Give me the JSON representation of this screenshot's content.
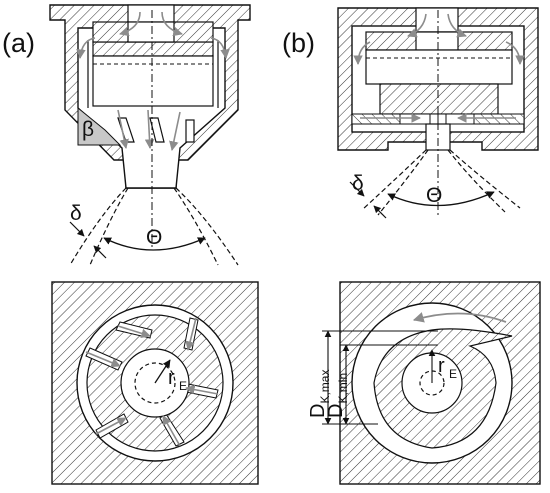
{
  "labels": {
    "panel_a": "(a)",
    "panel_b": "(b)",
    "beta": "β",
    "delta_a": "δ",
    "theta_a": "Θ",
    "delta_b": "δ",
    "theta_b": "Θ",
    "r_a": "r",
    "r_a_sub": "E",
    "r_b": "r",
    "r_b_sub": "E",
    "d_max": "D",
    "d_max_sub": "K,max",
    "d_min": "D",
    "d_min_sub": "K,min"
  },
  "colors": {
    "ink": "#111111",
    "hatch": "#333333",
    "arrow": "#8c8c8c",
    "beta_fill": "#c8c8c8",
    "background": "#ffffff"
  }
}
